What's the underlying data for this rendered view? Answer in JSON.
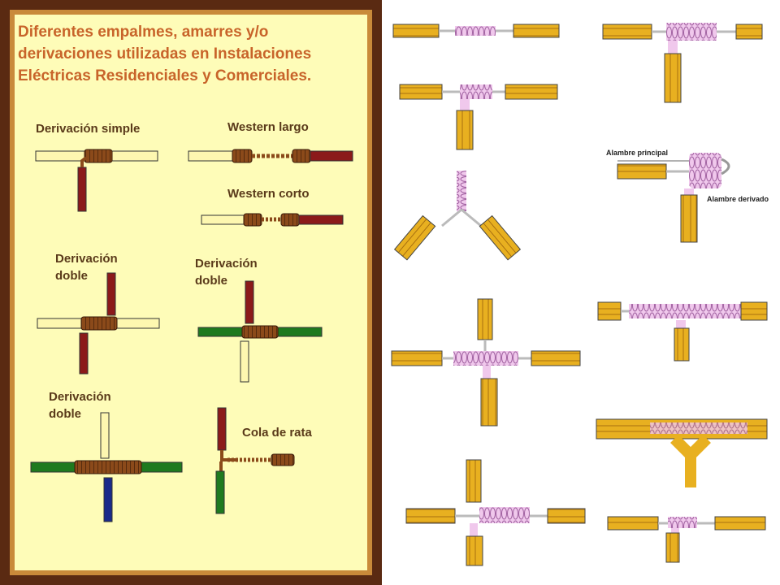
{
  "title": "Diferentes empalmes, amarres y/o derivaciones utilizadas en Instalaciones Eléctricas Residenciales y Comerciales.",
  "labels": {
    "derivacion_simple": "Derivación simple",
    "western_largo": "Western largo",
    "western_corto": "Western corto",
    "derivacion_doble_1": "Derivación doble",
    "derivacion_doble_2": "Derivación doble",
    "derivacion_doble_3": "Derivación doble",
    "cola_de_rata": "Cola de rata"
  },
  "right_labels": {
    "alambre_principal": "Alambre principal",
    "alambre_derivado": "Alambre derivado"
  },
  "colors": {
    "cream_wire": "#fdf7b0",
    "brown_wire": "#8b1a1a",
    "green_wire": "#1f7a1f",
    "blue_wire": "#1a2a8a",
    "coil": "#8b4a1a",
    "insulation": "#e8b020",
    "copper_pink": "#e8a8e0"
  }
}
